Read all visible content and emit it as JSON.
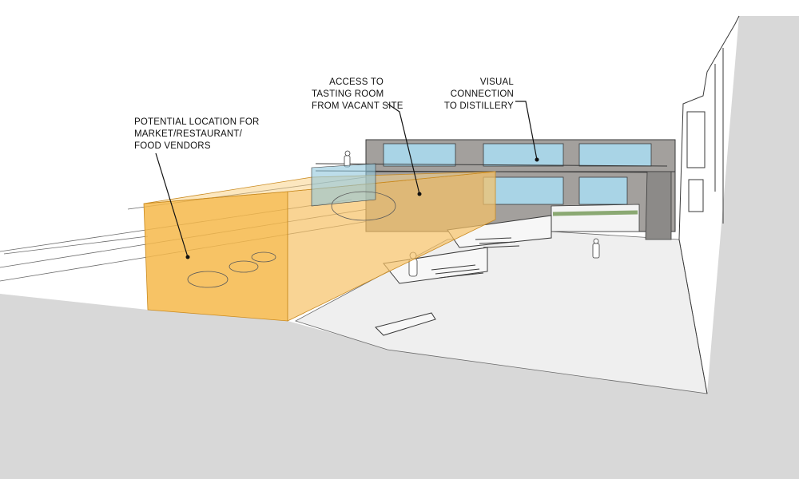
{
  "annotations": {
    "market": {
      "line1": "POTENTIAL LOCATION FOR",
      "line2": "MARKET/RESTAURANT/",
      "line3": "FOOD VENDORS"
    },
    "access": {
      "line1": "ACCESS TO",
      "line2": "TASTING ROOM",
      "line3": "FROM VACANT SITE"
    },
    "visual": {
      "line1": "VISUAL",
      "line2": "CONNECTION",
      "line3": "TO DISTILLERY"
    }
  },
  "colors": {
    "ground": "#d8d8d8",
    "plaza": "#f0f0f0",
    "building": "#9a9896",
    "glass": "#a9d4e6",
    "highlight": "#f6b84a",
    "greenery": "#8aa872",
    "line": "#3a3a3a"
  }
}
